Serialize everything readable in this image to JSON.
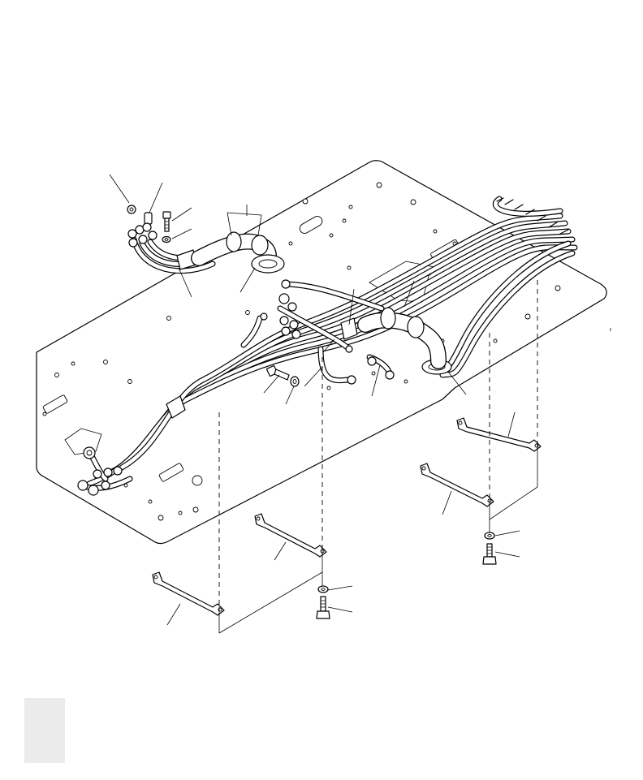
{
  "figure": {
    "title": "",
    "code": "",
    "line_color": "#000000",
    "background": "#ffffff"
  },
  "parts": [
    {
      "name": "floor-plate"
    },
    {
      "name": "hose-harness"
    },
    {
      "name": "hose-guide-tube-left"
    },
    {
      "name": "hose-guide-tube-right"
    },
    {
      "name": "clamp-bracket"
    },
    {
      "name": "washer"
    },
    {
      "name": "bolt"
    },
    {
      "name": "grommet"
    }
  ]
}
